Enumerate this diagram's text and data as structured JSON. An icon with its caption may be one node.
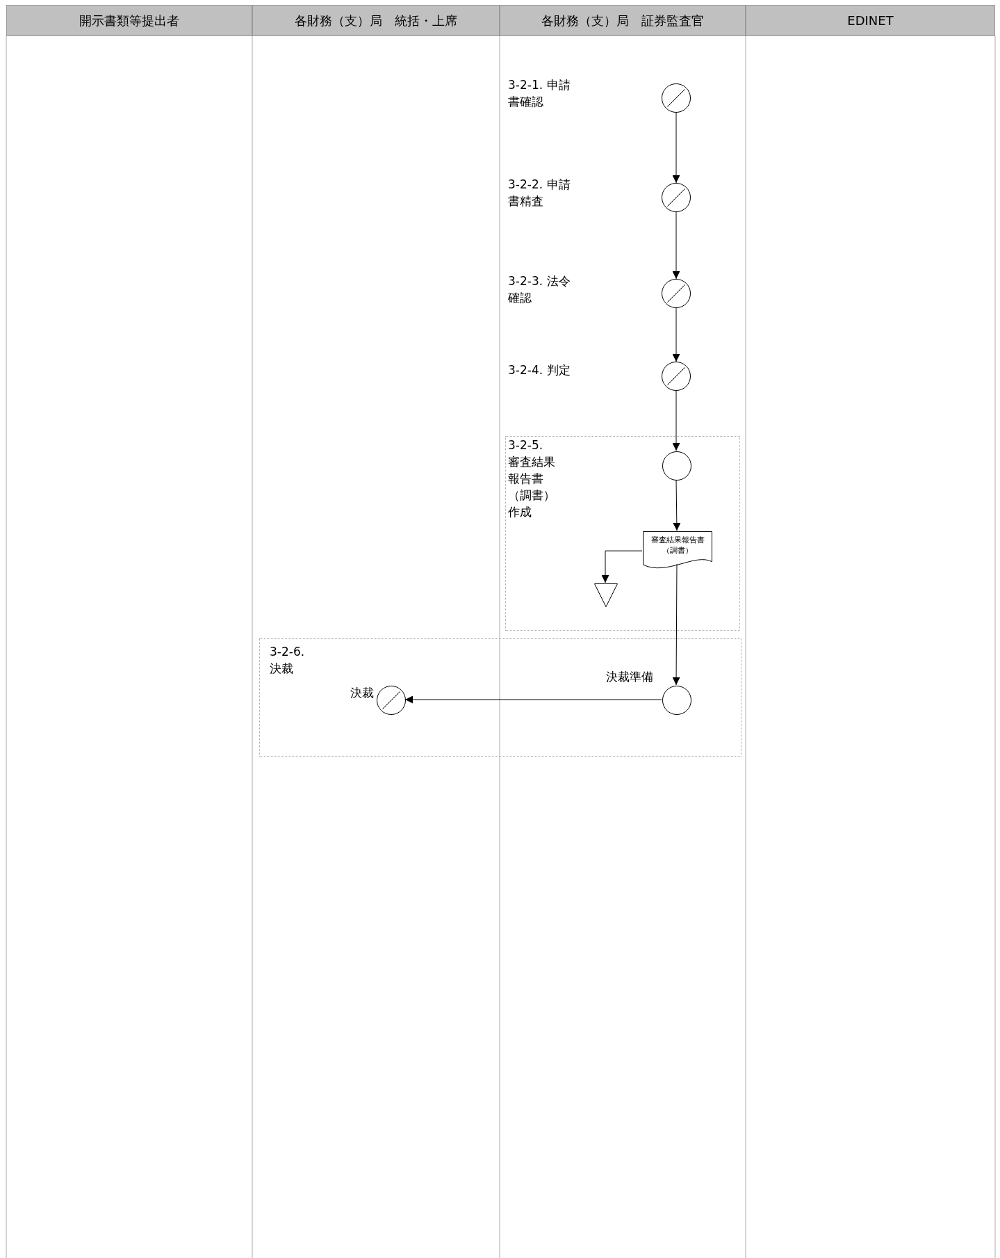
{
  "diagram": {
    "nodes": [
      {
        "text": [
          "開示書類等提出者"
        ]
      },
      {
        "text": [
          "各財務（支）局　統括・上席"
        ]
      },
      {
        "text": [
          "各財務（支）局　証券監査官"
        ]
      },
      {
        "text": [
          "EDINET"
        ]
      },
      {
        "text": [],
        "shape": "circle"
      },
      {
        "text": [],
        "shape": "circle"
      },
      {
        "text": [],
        "shape": "circle"
      },
      {
        "text": [],
        "shape": "circle"
      },
      {
        "text": [
          "3-2-5. 審査結果報告書（調書）作成"
        ]
      },
      {
        "text": [],
        "shape": "circle",
        "in": 8
      },
      {
        "text": [
          "審査結果報告書（調書）"
        ],
        "in": 8
      },
      {
        "text": [],
        "shape": "triangle",
        "in": 8
      },
      {
        "text": [
          "3-2-6. 決裁"
        ]
      },
      {
        "text": [],
        "shape": "circle",
        "in": 12,
        "beside": [
          "決裁"
        ]
      },
      {
        "text": [],
        "shape": "circle",
        "in": 12,
        "beside": [
          "決裁準備"
        ]
      }
    ],
    "edges": [
      {
        "from": 4,
        "to": 5,
        "arrow": "to"
      },
      {
        "from": 5,
        "to": 6,
        "arrow": "to"
      },
      {
        "from": 6,
        "to": 7,
        "arrow": "to"
      },
      {
        "from": 7,
        "to": 9,
        "arrow": "to"
      },
      {
        "from": 9,
        "to": 10,
        "arrow": "to"
      },
      {
        "from": 10,
        "to": 11,
        "arrow": "to"
      },
      {
        "from": 10,
        "to": 14,
        "arrow": "to"
      },
      {
        "from": 14,
        "to": 13,
        "arrow": "to"
      }
    ],
    "labels": [
      "3-2-1. 申請書確認",
      "3-2-2. 申請書精査",
      "3-2-3. 法令確認",
      "3-2-4. 判定"
    ]
  }
}
